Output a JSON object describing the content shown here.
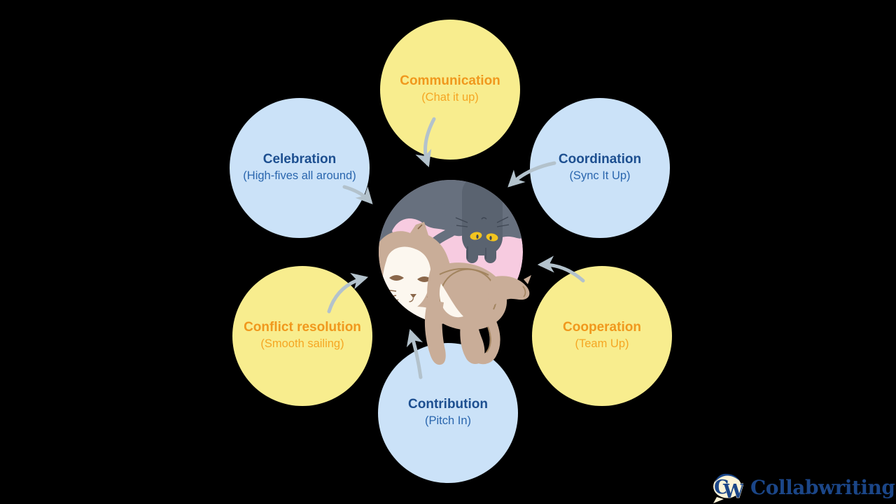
{
  "background": "#000000",
  "nodes": [
    {
      "id": "communication",
      "title": "Communication",
      "subtitle": "(Chat it up)",
      "variant": "yellow"
    },
    {
      "id": "coordination",
      "title": "Coordination",
      "subtitle": "(Sync It Up)",
      "variant": "blue"
    },
    {
      "id": "cooperation",
      "title": "Cooperation",
      "subtitle": "(Team Up)",
      "variant": "yellow"
    },
    {
      "id": "contribution",
      "title": "Contribution",
      "subtitle": "(Pitch In)",
      "variant": "blue"
    },
    {
      "id": "conflict_resolution",
      "title": "Conflict resolution",
      "subtitle": "(Smooth sailing)",
      "variant": "yellow"
    },
    {
      "id": "celebration",
      "title": "Celebration",
      "subtitle": "(High-fives all around)",
      "variant": "blue"
    }
  ],
  "center": {
    "illustration": "three cats cuddling in a circle",
    "colors": {
      "pink": "#F7CBE0",
      "gray_cat": "#67707E",
      "dark_cat": "#5A6370",
      "beige_cat": "#C9AD98",
      "white_fur": "#FCF7EF",
      "eye_yellow": "#F2C41F"
    }
  },
  "arrows": {
    "count": 6,
    "color": "#B3C2CC",
    "direction": "each points from its circle toward the center"
  },
  "colors": {
    "yellow_circle": "#F8ED8E",
    "blue_circle": "#CBE2F8",
    "orange_title": "#F0981D",
    "orange_subtitle": "#F5A623",
    "navy_title": "#1D4F90",
    "navy_subtitle": "#2A66AE",
    "logo_navy": "#1B4688"
  },
  "logo": {
    "text": "Collabwriting",
    "icon": "cw-speech-bubble"
  }
}
